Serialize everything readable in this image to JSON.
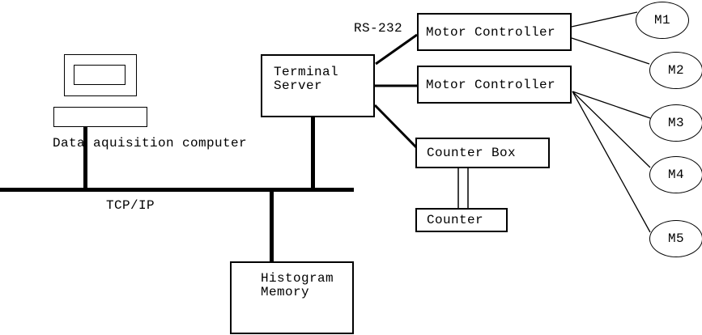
{
  "nodes": {
    "computer": {
      "label": "Data aquisition computer"
    },
    "terminal_server": {
      "line1": "Terminal",
      "line2": "Server"
    },
    "motor_controller_1": {
      "label": "Motor Controller"
    },
    "motor_controller_2": {
      "label": "Motor Controller"
    },
    "counter_box": {
      "label": "Counter Box"
    },
    "counter": {
      "label": "Counter"
    },
    "histogram_memory": {
      "line1": "Histogram",
      "line2": "Memory"
    },
    "motors": [
      {
        "label": "M1"
      },
      {
        "label": "M2"
      },
      {
        "label": "M3"
      },
      {
        "label": "M4"
      },
      {
        "label": "M5"
      }
    ]
  },
  "labels": {
    "bus": "TCP/IP",
    "serial": "RS-232"
  },
  "colors": {
    "stroke": "#000000",
    "background": "#ffffff"
  }
}
